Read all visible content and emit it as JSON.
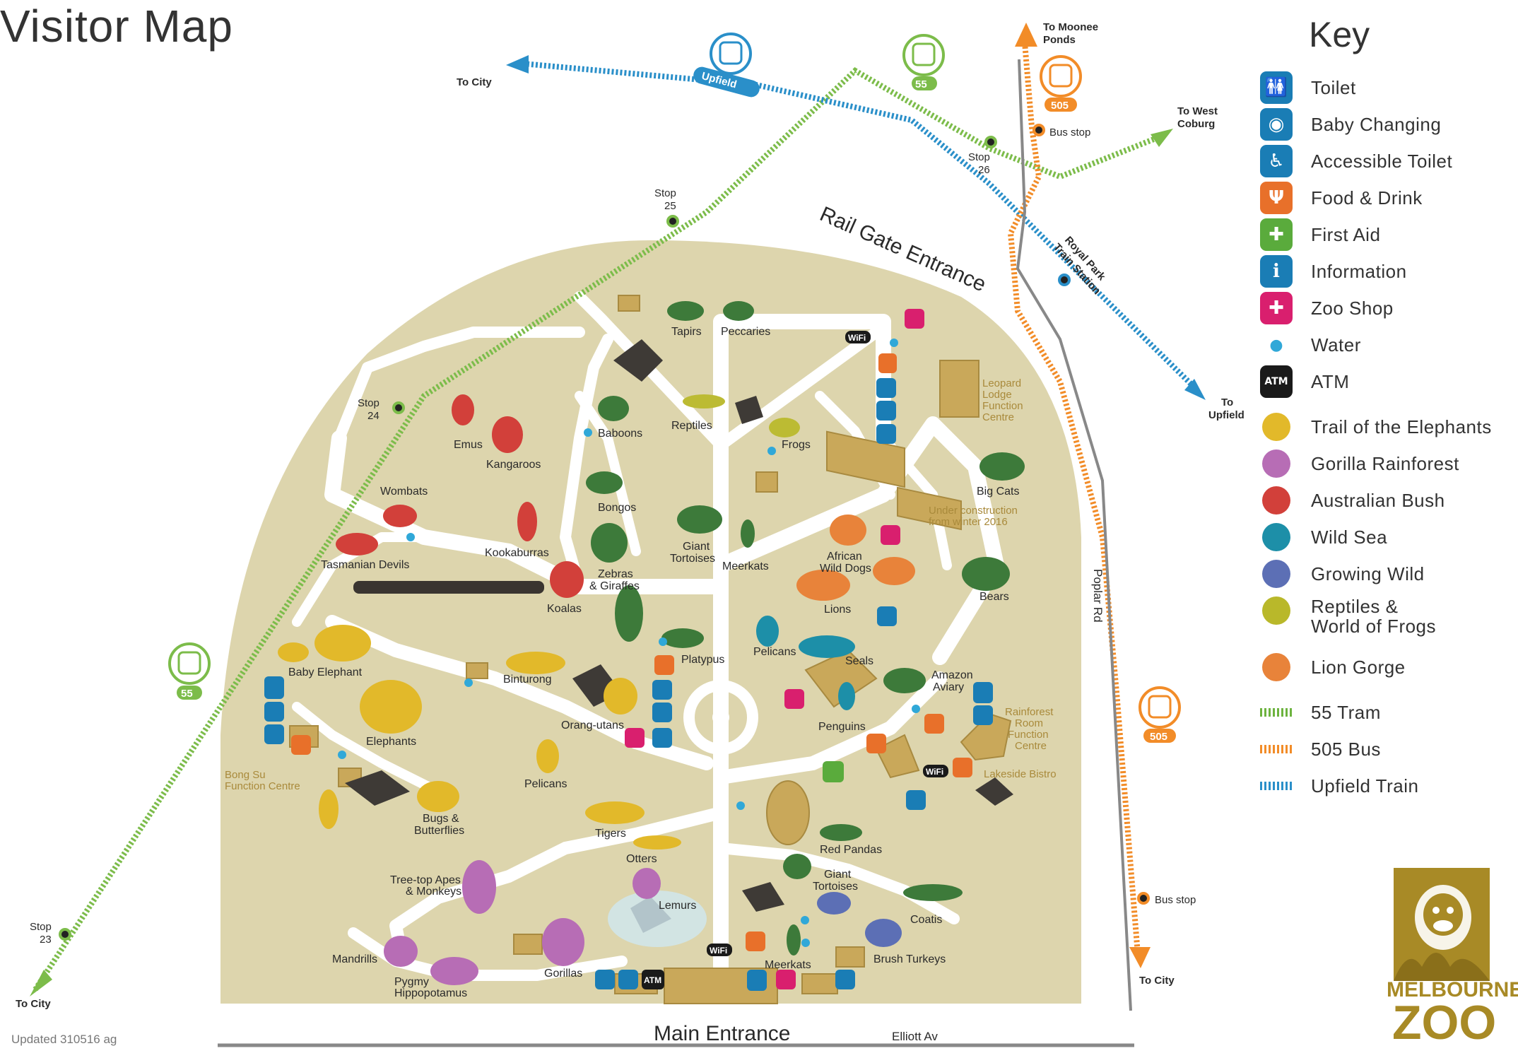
{
  "title": "Visitor Map",
  "updated": "Updated 310516 ag",
  "transport": {
    "to_city_top": "To City",
    "to_city_left": "To City",
    "to_city_right": "To City",
    "to_moonee_ponds": "To Moonee Ponds",
    "to_moonee_1": "To Moonee",
    "to_moonee_2": "Ponds",
    "to_west_coburg_1": "To West",
    "to_west_coburg_2": "Coburg",
    "to_upfield_1": "To",
    "to_upfield_2": "Upfield",
    "upfield_badge": "Upfield",
    "tram_number": "55",
    "bus_number": "505",
    "bus_stop": "Bus stop",
    "stops": [
      {
        "name": "Stop",
        "num": "23"
      },
      {
        "name": "Stop",
        "num": "24"
      },
      {
        "name": "Stop",
        "num": "25"
      },
      {
        "name": "Stop",
        "num": "26"
      }
    ],
    "station_1": "Royal Park",
    "station_2": "Train Station",
    "poplar_rd": "Poplar Rd",
    "elliott_av": "Elliott Av"
  },
  "entrances": {
    "rail_gate": "Rail Gate Entrance",
    "main": "Main Entrance"
  },
  "venues": {
    "leopard_lodge": [
      "Leopard",
      "Lodge",
      "Function",
      "Centre"
    ],
    "under_construction": [
      "Under construction",
      "from winter 2016"
    ],
    "rainforest_room": [
      "Rainforest",
      "Room",
      "Function",
      "Centre"
    ],
    "lakeside_bistro": "Lakeside Bistro",
    "bong_su": [
      "Bong Su",
      "Function Centre"
    ]
  },
  "wifi": "WiFi",
  "atm": "ATM",
  "exhibits": {
    "tapirs": "Tapirs",
    "peccaries": "Peccaries",
    "baboons": "Baboons",
    "reptiles": "Reptiles",
    "frogs": "Frogs",
    "emus": "Emus",
    "kangaroos": "Kangaroos",
    "wombats": "Wombats",
    "bongos": "Bongos",
    "big_cats": "Big Cats",
    "tasmanian_devils": "Tasmanian Devils",
    "kookaburras": "Kookaburras",
    "zebras": "Zebras",
    "giraffes": "& Giraffes",
    "giant_tortoises": "Giant",
    "giant_tortoises_2": "Tortoises",
    "meerkats": "Meerkats",
    "african_wild_dogs": "African",
    "african_wild_dogs_2": "Wild Dogs",
    "koalas": "Koalas",
    "lions": "Lions",
    "bears": "Bears",
    "baby_elephant": "Baby Elephant",
    "binturong": "Binturong",
    "platypus": "Platypus",
    "pelicans": "Pelicans",
    "seals": "Seals",
    "amazon": "Amazon",
    "aviary": "Aviary",
    "elephants": "Elephants",
    "orangutans": "Orang-utans",
    "penguins": "Penguins",
    "pelicans_2": "Pelicans",
    "bugs": "Bugs &",
    "butterflies": "Butterflies",
    "tigers": "Tigers",
    "red_pandas": "Red Pandas",
    "otters": "Otters",
    "tree_top_1": "Tree-top Apes",
    "tree_top_2": "& Monkeys",
    "giant_tort_b1": "Giant",
    "giant_tort_b2": "Tortoises",
    "coatis": "Coatis",
    "lemurs": "Lemurs",
    "mandrills": "Mandrills",
    "gorillas": "Gorillas",
    "pygmy_1": "Pygmy",
    "pygmy_2": "Hippopotamus",
    "meerkats_b": "Meerkats",
    "brush_turkeys": "Brush Turkeys"
  },
  "key": {
    "title": "Key",
    "facilities": [
      {
        "label": "Toilet",
        "icon": "toilet-icon",
        "color": "#1a7db5",
        "glyph": "🚻"
      },
      {
        "label": "Baby Changing",
        "icon": "baby-changing-icon",
        "color": "#1a7db5",
        "glyph": "◉"
      },
      {
        "label": "Accessible Toilet",
        "icon": "accessible-icon",
        "color": "#1a7db5",
        "glyph": "♿"
      },
      {
        "label": "Food & Drink",
        "icon": "food-drink-icon",
        "color": "#e8702a",
        "glyph": "Ψ"
      },
      {
        "label": "First Aid",
        "icon": "first-aid-icon",
        "color": "#5aab3c",
        "glyph": "✚"
      },
      {
        "label": "Information",
        "icon": "information-icon",
        "color": "#1a7db5",
        "glyph": "i"
      },
      {
        "label": "Zoo Shop",
        "icon": "zoo-shop-icon",
        "color": "#d91f6e",
        "glyph": "✚"
      },
      {
        "label": "Water",
        "icon": "water-icon",
        "color": "#30a8d8",
        "glyph": "💧"
      },
      {
        "label": "ATM",
        "icon": "atm-icon",
        "color": "#1a1a1a",
        "glyph": "ATM"
      }
    ],
    "zones": [
      {
        "label": "Trail of the Elephants",
        "color": "#e2b92a"
      },
      {
        "label": "Gorilla Rainforest",
        "color": "#b76db5"
      },
      {
        "label": "Australian Bush",
        "color": "#d2403a"
      },
      {
        "label": "Wild Sea",
        "color": "#1d8fa8"
      },
      {
        "label": "Growing Wild",
        "color": "#5c6fb5"
      },
      {
        "label": "Reptiles &",
        "label2": "World of Frogs",
        "color": "#b9b82a"
      },
      {
        "label": "Lion Gorge",
        "color": "#e8833a"
      }
    ],
    "routes": [
      {
        "label": "55 Tram",
        "color": "#6db33f"
      },
      {
        "label": "505 Bus",
        "color": "#f28c28"
      },
      {
        "label": "Upfield Train",
        "color": "#2a8fc9"
      }
    ]
  },
  "logo": {
    "line1": "MELBOURNE",
    "line2": "ZOO"
  }
}
